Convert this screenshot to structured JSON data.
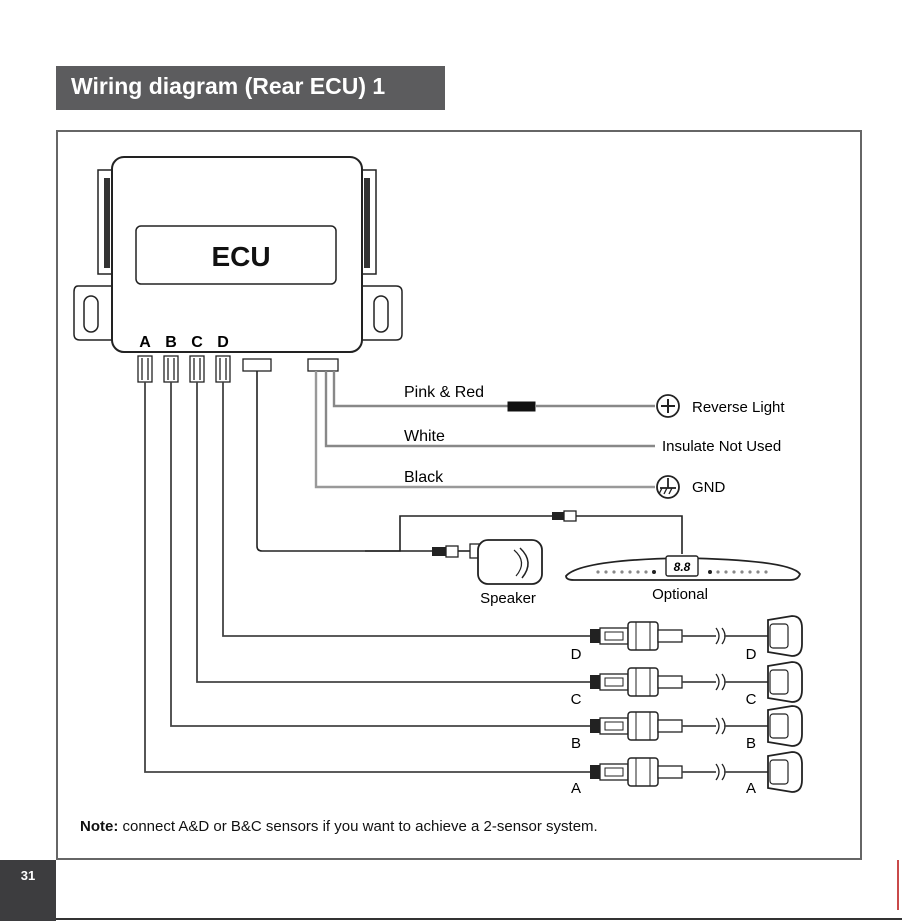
{
  "title": "Wiring diagram (Rear ECU) 1",
  "page_number": "31",
  "ecu_label": "ECU",
  "port_letters": [
    "A",
    "B",
    "C",
    "D"
  ],
  "wires": {
    "pink_red": "Pink & Red",
    "white": "White",
    "black": "Black"
  },
  "terminals": {
    "reverse_light": "Reverse Light",
    "insulate": "Insulate Not Used",
    "gnd": "GND"
  },
  "speaker_label": "Speaker",
  "display_label": "Optional",
  "display_value": "8.8",
  "sensor_rows": [
    {
      "letter": "D"
    },
    {
      "letter": "C"
    },
    {
      "letter": "B"
    },
    {
      "letter": "A"
    }
  ],
  "note": {
    "prefix": "Note:",
    "text": " connect A&D or B&C sensors if you want to achieve a 2-sensor system."
  }
}
